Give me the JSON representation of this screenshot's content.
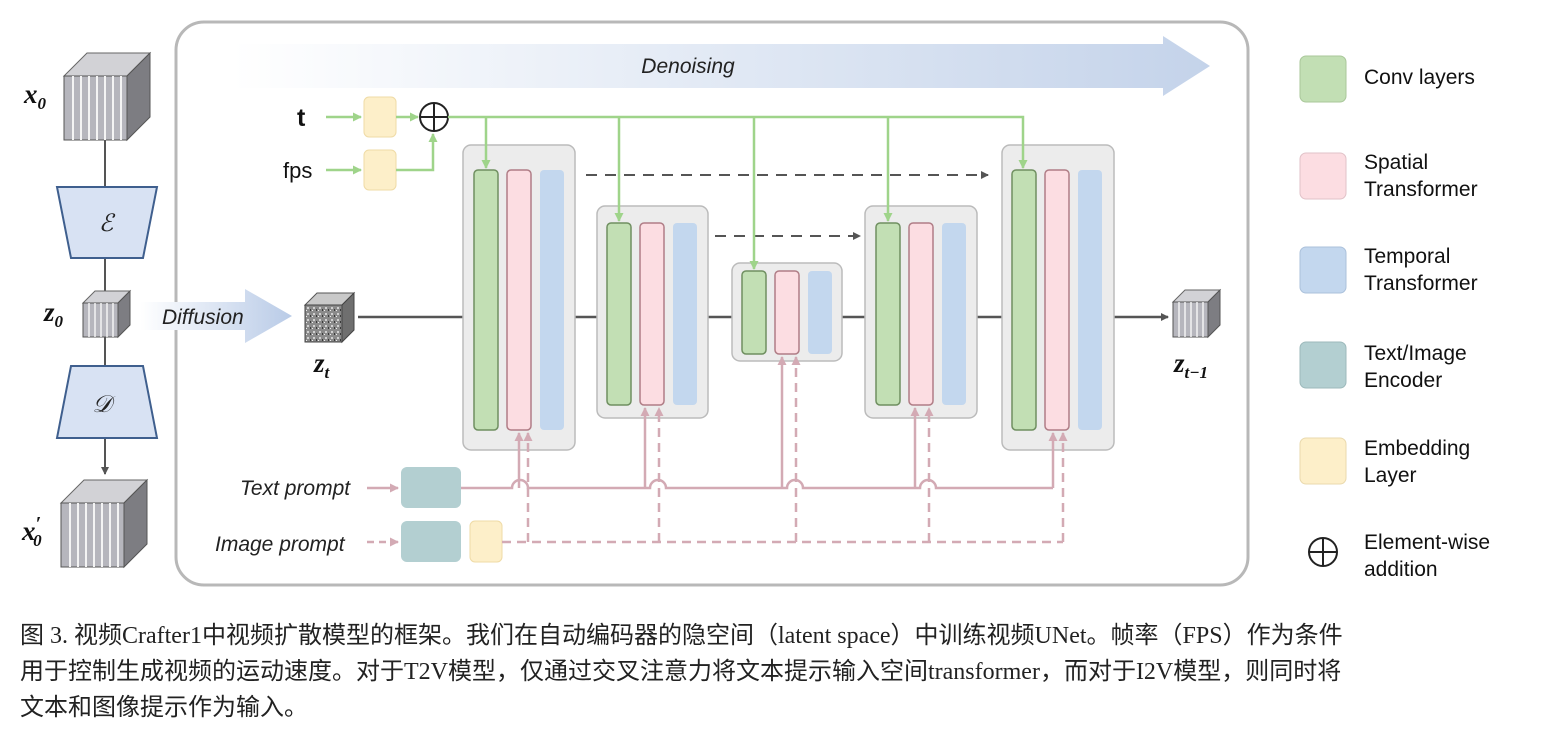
{
  "colors": {
    "conv": "#c2dfb4",
    "conv_stroke": "#6f8f60",
    "spatial": "#fcdde2",
    "spatial_stroke": "#b07d86",
    "temporal": "#c3d7ee",
    "encoder": "#b3cfd1",
    "embedding": "#fdefc9",
    "block_bg": "#ececec",
    "time_line": "#9fd48a",
    "prompt_line": "#d3aab4",
    "trapezoid": "#d8e2f3",
    "trapezoid_stroke": "#3f5f8e"
  },
  "latents": {
    "x0": "x",
    "x0_sub": "0",
    "z0": "z",
    "z0_sub": "0",
    "zt": "z",
    "zt_sub": "t",
    "ztm1": "z",
    "ztm1_sub": "t−1",
    "x0p": "x",
    "x0p_sub": "0",
    "x0p_prime": "′"
  },
  "encoder_symbol": "ℰ",
  "decoder_symbol": "𝒟",
  "diffusion_label": "Diffusion",
  "denoising_label": "Denoising",
  "inputs": {
    "t": "t",
    "fps": "fps",
    "text_prompt": "Text prompt",
    "image_prompt": "Image prompt"
  },
  "legend": [
    {
      "key": "conv",
      "line1": "Conv layers",
      "line2": ""
    },
    {
      "key": "spatial",
      "line1": "Spatial",
      "line2": "Transformer"
    },
    {
      "key": "temporal",
      "line1": "Temporal",
      "line2": "Transformer"
    },
    {
      "key": "encoder",
      "line1": "Text/Image",
      "line2": "Encoder"
    },
    {
      "key": "embedding",
      "line1": "Embedding",
      "line2": "Layer"
    },
    {
      "key": "oplus",
      "line1": "Element-wise",
      "line2": "addition"
    }
  ],
  "caption": {
    "line1": "图 3. 视频Crafter1中视频扩散模型的框架。我们在自动编码器的隐空间（latent space）中训练视频UNet。帧率（FPS）作为条件",
    "line2": "用于控制生成视频的运动速度。对于T2V模型，仅通过交叉注意力将文本提示输入空间transformer，而对于I2V模型，则同时将",
    "line3": "文本和图像提示作为输入。"
  }
}
